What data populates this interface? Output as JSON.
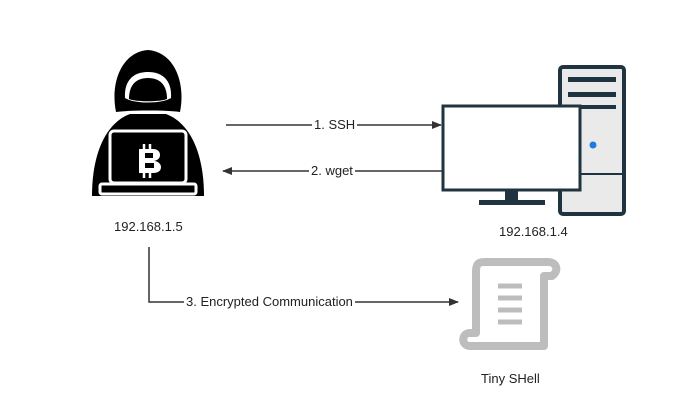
{
  "nodes": {
    "attacker": {
      "ip": "192.168.1.5",
      "icon": "hacker-bitcoin-laptop-icon"
    },
    "victim": {
      "ip": "192.168.1.4",
      "icon": "desktop-computer-icon"
    },
    "tool": {
      "label": "Tiny SHell",
      "icon": "script-scroll-icon"
    }
  },
  "edges": [
    {
      "label": "1. SSH",
      "from": "attacker",
      "to": "victim"
    },
    {
      "label": "2. wget",
      "from": "victim",
      "to": "attacker"
    },
    {
      "label": "3. Encrypted Communication",
      "from": "attacker",
      "to": "tool"
    }
  ],
  "colors": {
    "line": "#333333",
    "hacker": "#000000",
    "computer_dark": "#1f3340",
    "tower_fill": "#eaeaea",
    "power_led": "#1e7be0",
    "scroll": "#bdbdbd"
  }
}
